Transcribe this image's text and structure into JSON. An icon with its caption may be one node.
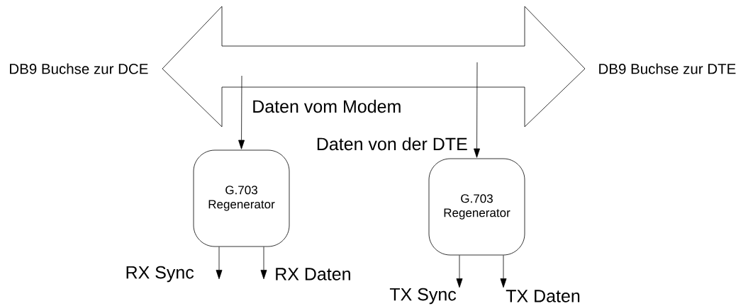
{
  "diagram": {
    "nodes": [
      {
        "text": [],
        "shape": "arrow",
        "beside": [
          "DB9 Buchse zur DCE",
          "DB9 Buchse zur DTE"
        ]
      },
      {
        "text": [
          "G.703 Regenerator"
        ]
      },
      {
        "text": [
          "G.703 Regenerator"
        ]
      },
      {
        "text": [
          "RX Sync"
        ]
      },
      {
        "text": [
          "RX Daten"
        ]
      },
      {
        "text": [
          "TX Sync"
        ]
      },
      {
        "text": [
          "TX Daten"
        ]
      }
    ],
    "edges": [
      {
        "from": 0,
        "to": 1,
        "arrow": "to",
        "label": "Daten vom Modem"
      },
      {
        "from": 0,
        "to": 2,
        "arrow": "to",
        "label": "Daten von der DTE"
      },
      {
        "from": 1,
        "to": 3,
        "arrow": "to"
      },
      {
        "from": 1,
        "to": 4,
        "arrow": "to"
      },
      {
        "from": 2,
        "to": 5,
        "arrow": "to"
      },
      {
        "from": 2,
        "to": 6,
        "arrow": "to"
      }
    ]
  }
}
